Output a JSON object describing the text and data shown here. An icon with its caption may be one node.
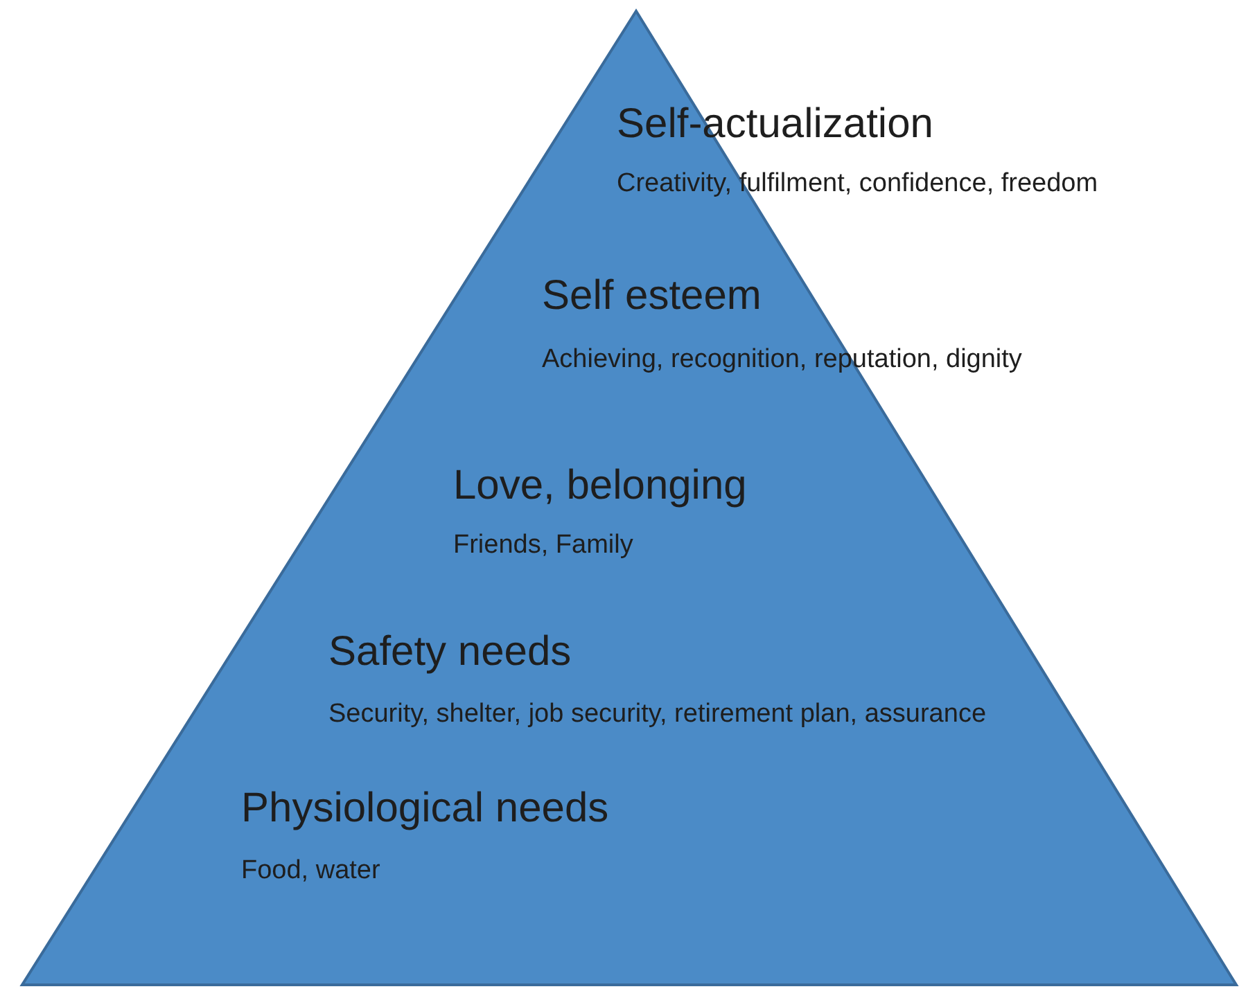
{
  "diagram": {
    "nodes": [
      {
        "text": [
          "Self-actualization",
          "Creativity, fulfilment, confidence, freedom",
          "Self esteem",
          "Achieving, recognition, reputation, dignity",
          "Love, belonging",
          "Friends, Family",
          "Safety needs",
          "Security, shelter, job security, retirement plan, assurance",
          "Physiological needs",
          "Food, water"
        ]
      }
    ]
  }
}
